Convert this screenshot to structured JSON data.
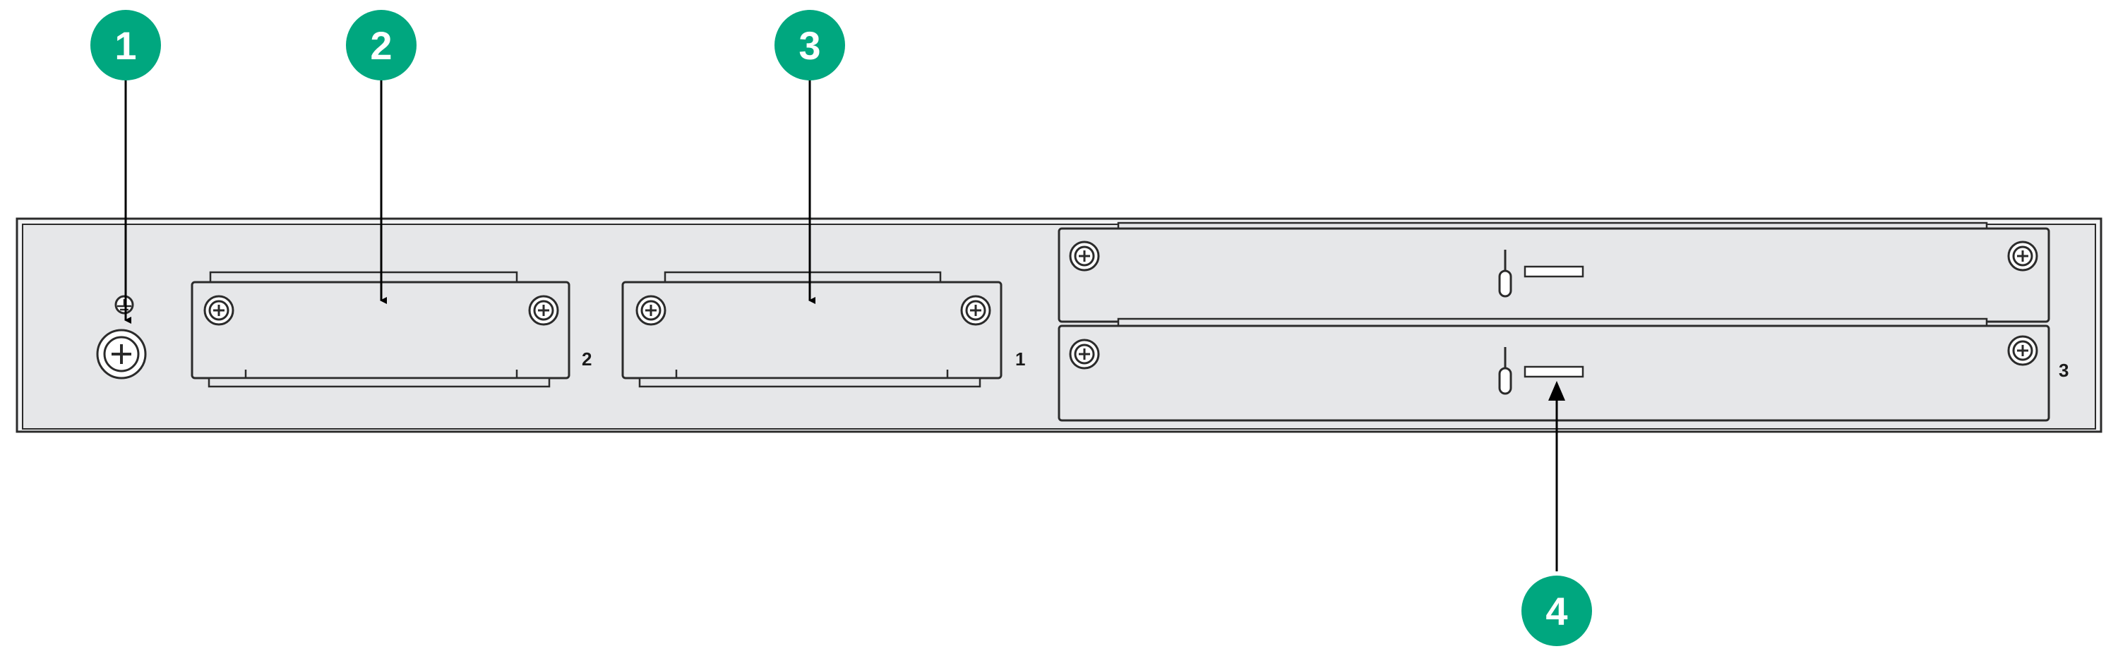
{
  "colors": {
    "panel_fill": "#e6e7e9",
    "line": "#2b2b2b",
    "callout_fill": "#00a77f",
    "callout_text": "#ffffff"
  },
  "slot_labels": {
    "slot_2": "2",
    "slot_1": "1",
    "slot_3": "3"
  },
  "callouts": [
    "1",
    "2",
    "3",
    "4"
  ]
}
